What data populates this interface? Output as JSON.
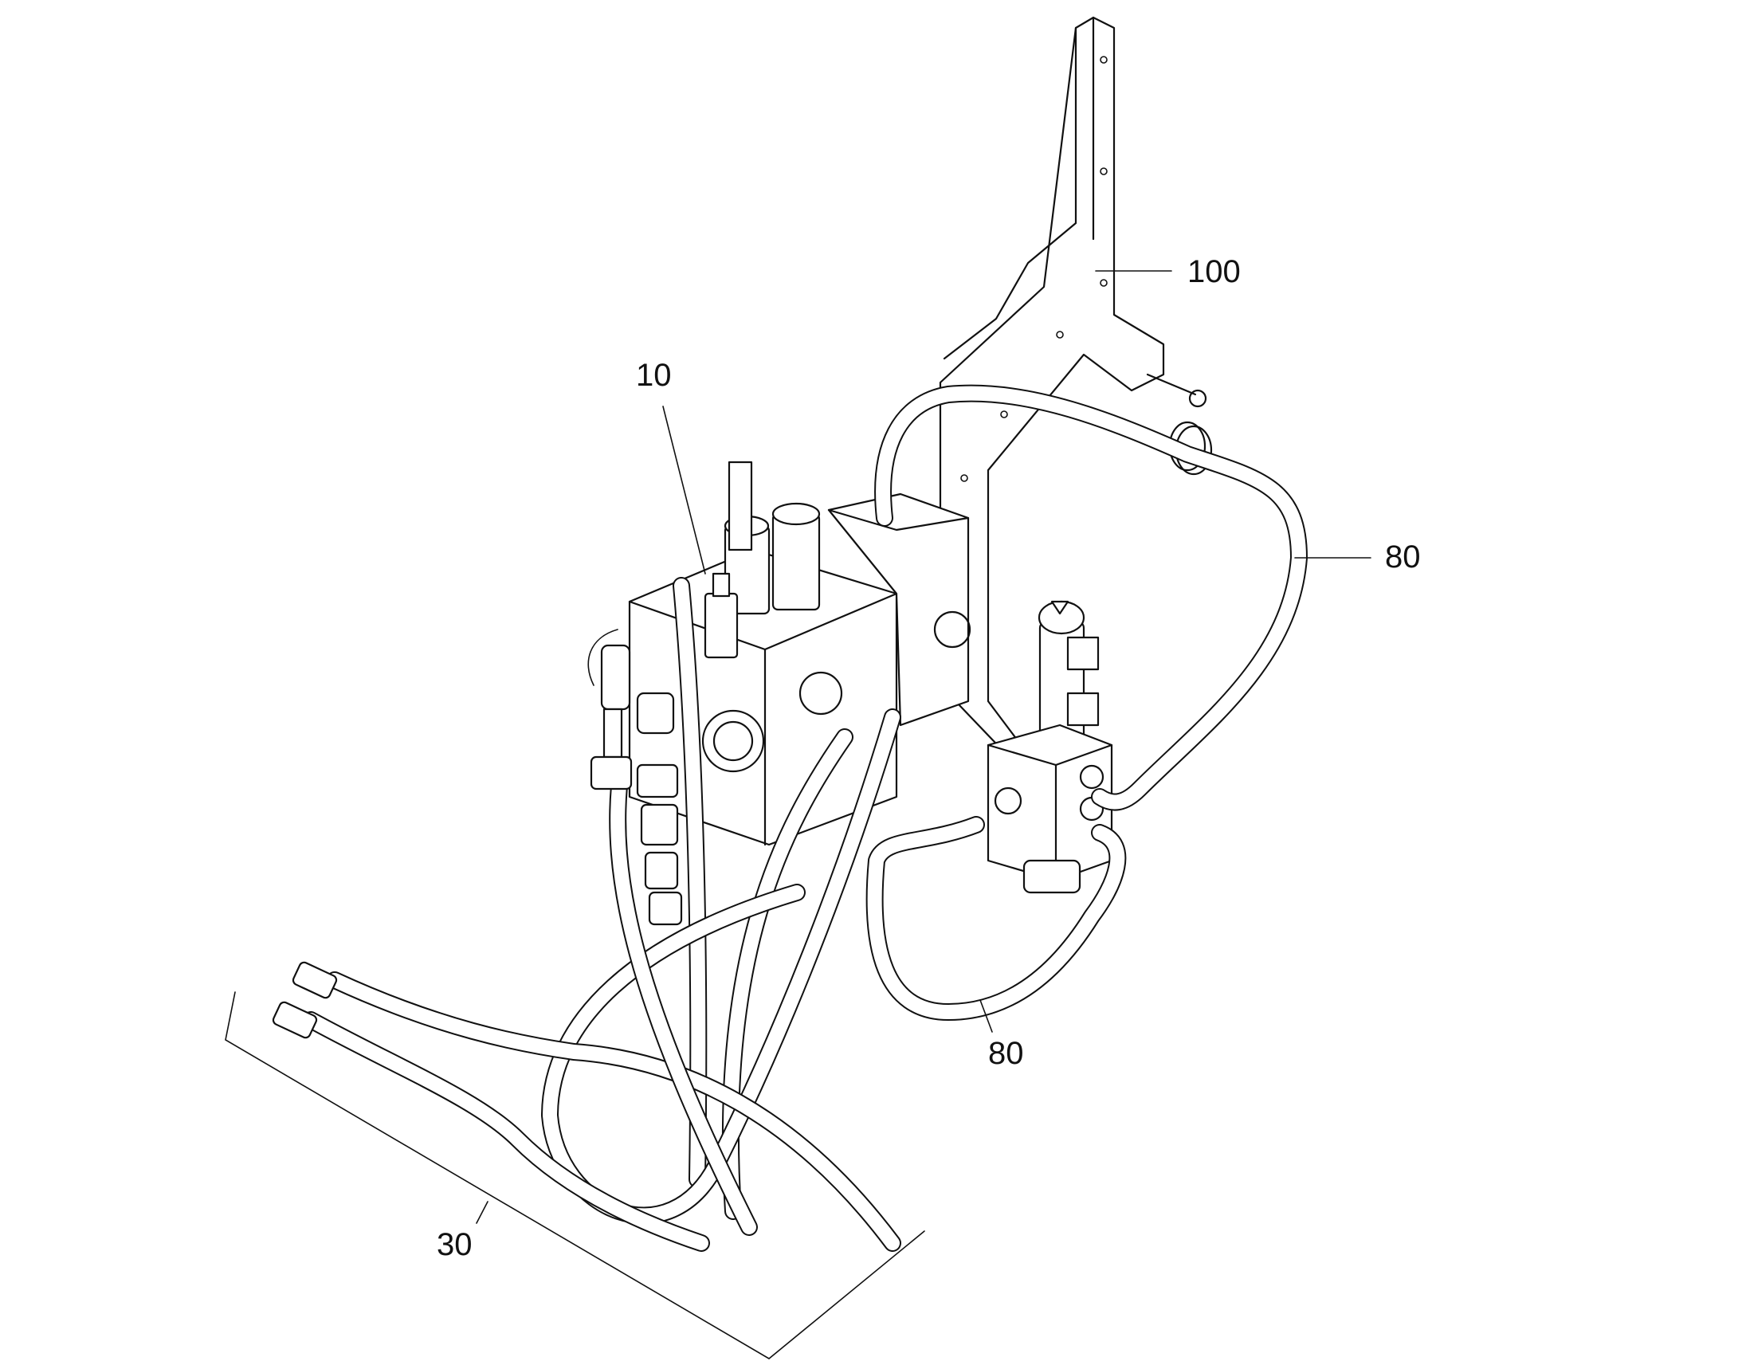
{
  "callouts": {
    "c100": "100",
    "c10": "10",
    "c80a": "80",
    "c80b": "80",
    "c30": "30"
  }
}
